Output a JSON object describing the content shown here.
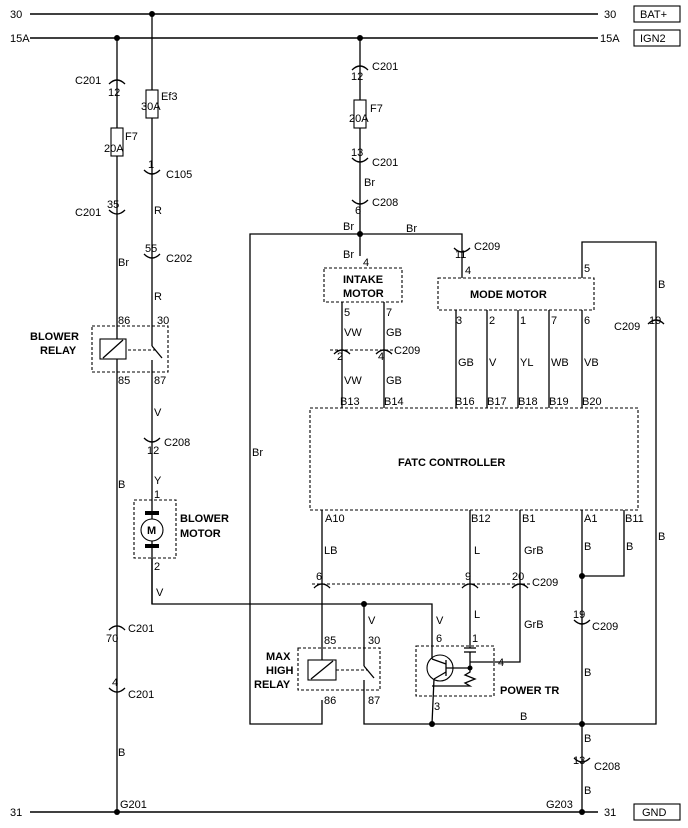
{
  "rails": {
    "bat_left": "30",
    "bat_right": "30",
    "bat_label": "BAT+",
    "ign_left": "15A",
    "ign_right": "15A",
    "ign_label": "IGN2",
    "gnd_left": "31",
    "gnd_right": "31",
    "gnd_label": "GND"
  },
  "components": {
    "blower_relay": [
      "BLOWER",
      "RELAY"
    ],
    "blower_motor": [
      "BLOWER",
      "MOTOR"
    ],
    "motor_symbol": "M",
    "intake_motor": [
      "INTAKE",
      "MOTOR"
    ],
    "mode_motor": "MODE MOTOR",
    "fatc": "FATC CONTROLLER",
    "max_high_relay": [
      "MAX",
      "HIGH",
      "RELAY"
    ],
    "power_tr": "POWER TR"
  },
  "fuses": {
    "f7_left_name": "F7",
    "f7_left_rating": "20A",
    "ef3_name": "Ef3",
    "ef3_rating": "30A",
    "f7_mid_name": "F7",
    "f7_mid_rating": "20A"
  },
  "connectors": {
    "c201": "C201",
    "c105": "C105",
    "c202": "C202",
    "c208": "C208",
    "c209": "C209",
    "g201": "G201",
    "g203": "G203"
  },
  "pins": {
    "p12": "12",
    "p35": "35",
    "p1": "1",
    "p55": "55",
    "p86": "86",
    "p85": "85",
    "p30": "30",
    "p87": "87",
    "p2": "2",
    "p70": "70",
    "p4": "4",
    "p13": "13",
    "p6": "6",
    "p11": "11",
    "p5": "5",
    "p7": "7",
    "p3": "3",
    "p9": "9",
    "p20": "20",
    "p19": "19"
  },
  "wires": {
    "br": "Br",
    "r": "R",
    "v": "V",
    "y": "Y",
    "b": "B",
    "vw": "VW",
    "gb": "GB",
    "yl": "YL",
    "wb": "WB",
    "vb": "VB",
    "lb": "LB",
    "l": "L",
    "grb": "GrB"
  },
  "terminals": {
    "b13": "B13",
    "b14": "B14",
    "b16": "B16",
    "b17": "B17",
    "b18": "B18",
    "b19": "B19",
    "b20": "B20",
    "a10": "A10",
    "b12": "B12",
    "b1": "B1",
    "a1": "A1",
    "b11": "B11"
  }
}
